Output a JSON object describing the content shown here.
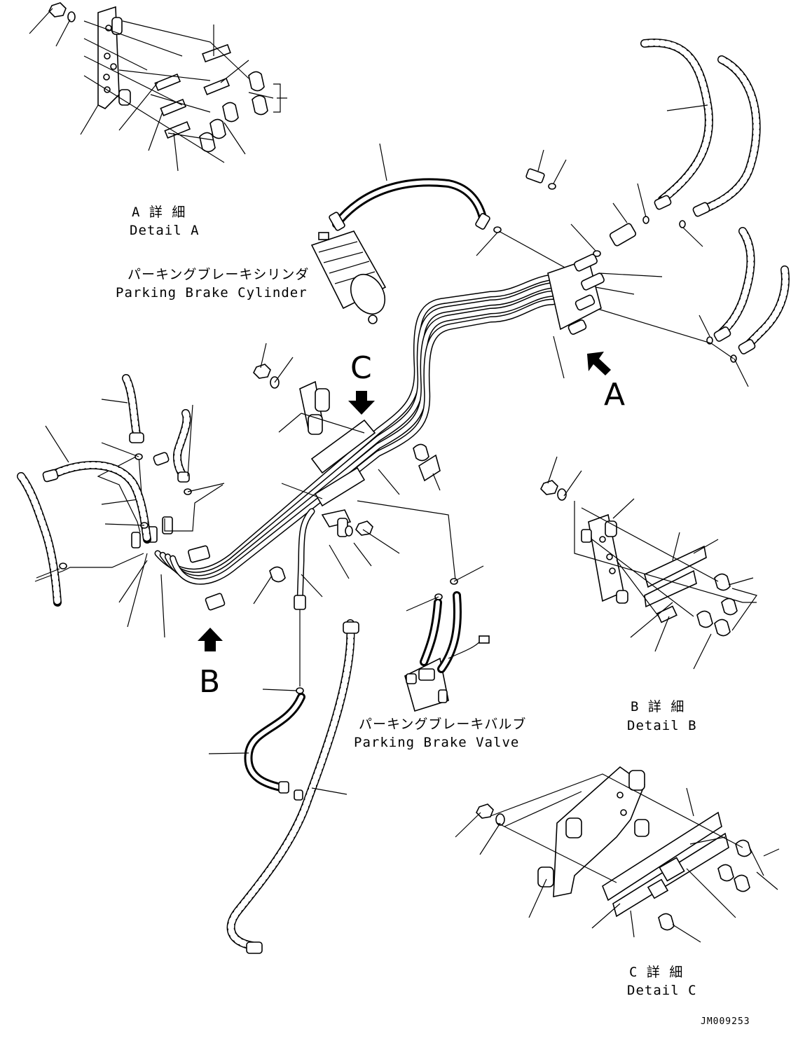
{
  "detail_a": {
    "jp": "A 詳 細",
    "en": "Detail A"
  },
  "detail_b": {
    "jp": "B 詳 細",
    "en": "Detail B"
  },
  "detail_c": {
    "jp": "C 詳 細",
    "en": "Detail C"
  },
  "parking_brake_cylinder": {
    "jp": "パーキングブレーキシリンダ",
    "en": "Parking Brake Cylinder"
  },
  "parking_brake_valve": {
    "jp": "パーキングブレーキバルブ",
    "en": "Parking Brake Valve"
  },
  "view_markers": {
    "a": "A",
    "b": "B",
    "c": "C"
  },
  "drawing_number": "JM009253"
}
